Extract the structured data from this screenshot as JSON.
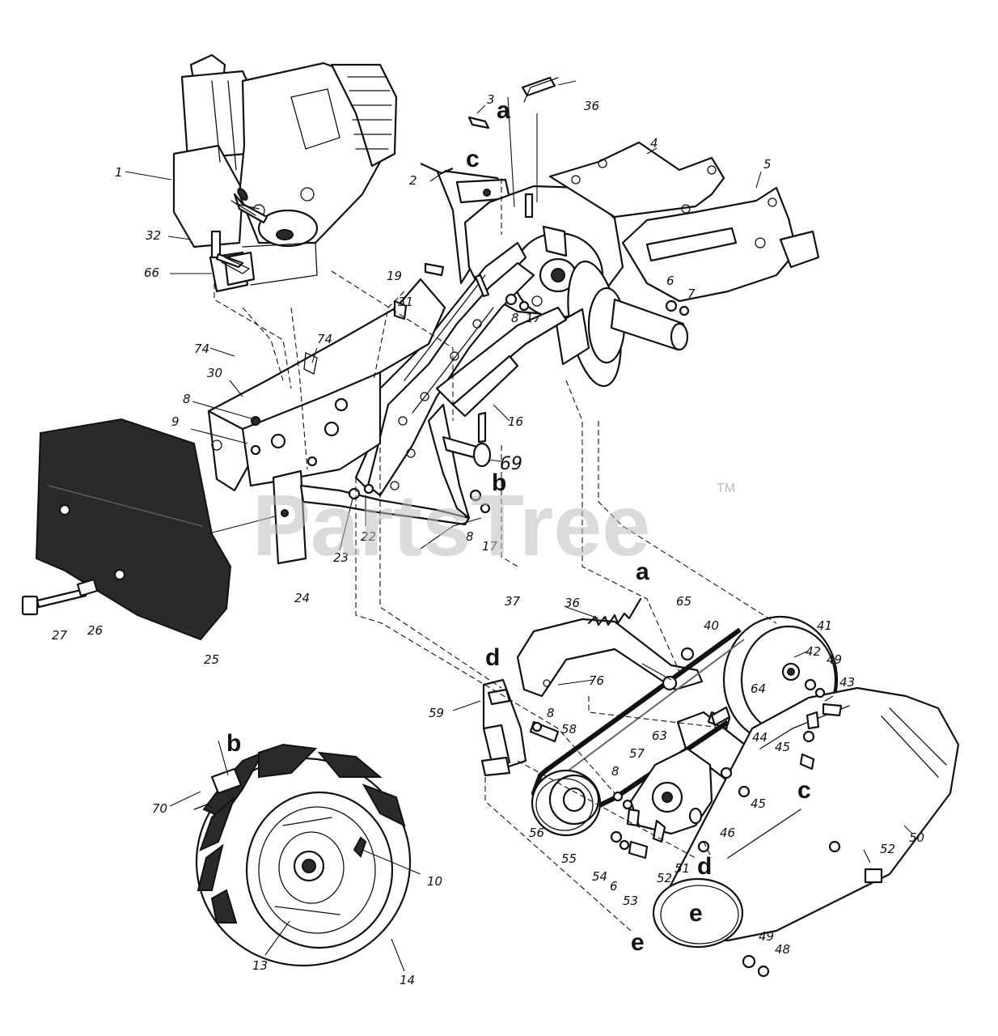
{
  "watermark": {
    "text": "PartsTree",
    "trademark": "TM"
  },
  "callouts": [
    {
      "id": "c1",
      "label": "1"
    },
    {
      "id": "c2",
      "label": "2"
    },
    {
      "id": "c3",
      "label": "3"
    },
    {
      "id": "c4",
      "label": "4"
    },
    {
      "id": "c5",
      "label": "5"
    },
    {
      "id": "c6a",
      "label": "6"
    },
    {
      "id": "c7",
      "label": "7"
    },
    {
      "id": "c8a",
      "label": "8"
    },
    {
      "id": "c17a",
      "label": "17"
    },
    {
      "id": "c19",
      "label": "19"
    },
    {
      "id": "c31",
      "label": "31"
    },
    {
      "id": "c32",
      "label": "32"
    },
    {
      "id": "c66",
      "label": "66"
    },
    {
      "id": "c74a",
      "label": "74"
    },
    {
      "id": "c74b",
      "label": "74"
    },
    {
      "id": "c30",
      "label": "30"
    },
    {
      "id": "c8b",
      "label": "8"
    },
    {
      "id": "c9",
      "label": "9"
    },
    {
      "id": "c16",
      "label": "16"
    },
    {
      "id": "c69",
      "label": "69"
    },
    {
      "id": "c8c",
      "label": "8"
    },
    {
      "id": "c17b",
      "label": "17"
    },
    {
      "id": "c22",
      "label": "22"
    },
    {
      "id": "c23",
      "label": "23"
    },
    {
      "id": "c24",
      "label": "24"
    },
    {
      "id": "c27",
      "label": "27"
    },
    {
      "id": "c26",
      "label": "26"
    },
    {
      "id": "c25",
      "label": "25"
    },
    {
      "id": "c36a",
      "label": "36"
    },
    {
      "id": "c36b",
      "label": "36"
    },
    {
      "id": "c37",
      "label": "37"
    },
    {
      "id": "c65",
      "label": "65"
    },
    {
      "id": "c40",
      "label": "40"
    },
    {
      "id": "c41",
      "label": "41"
    },
    {
      "id": "c42",
      "label": "42"
    },
    {
      "id": "c49a",
      "label": "49"
    },
    {
      "id": "c43",
      "label": "43"
    },
    {
      "id": "c76",
      "label": "76"
    },
    {
      "id": "c64",
      "label": "64"
    },
    {
      "id": "c59",
      "label": "59"
    },
    {
      "id": "c8d",
      "label": "8"
    },
    {
      "id": "c58",
      "label": "58"
    },
    {
      "id": "c63",
      "label": "63"
    },
    {
      "id": "c44",
      "label": "44"
    },
    {
      "id": "c45a",
      "label": "45"
    },
    {
      "id": "c45b",
      "label": "45"
    },
    {
      "id": "c8e",
      "label": "8"
    },
    {
      "id": "c57",
      "label": "57"
    },
    {
      "id": "c56",
      "label": "56"
    },
    {
      "id": "c55",
      "label": "55"
    },
    {
      "id": "c46",
      "label": "46"
    },
    {
      "id": "c50",
      "label": "50"
    },
    {
      "id": "c54",
      "label": "54"
    },
    {
      "id": "c6b",
      "label": "6"
    },
    {
      "id": "c53",
      "label": "53"
    },
    {
      "id": "c52a",
      "label": "52"
    },
    {
      "id": "c51",
      "label": "51"
    },
    {
      "id": "c52b",
      "label": "52"
    },
    {
      "id": "c49b",
      "label": "49"
    },
    {
      "id": "c48",
      "label": "48"
    },
    {
      "id": "c70",
      "label": "70"
    },
    {
      "id": "c10",
      "label": "10"
    },
    {
      "id": "c13",
      "label": "13"
    },
    {
      "id": "c14",
      "label": "14"
    }
  ],
  "connector_letters": [
    {
      "id": "la1",
      "label": "a"
    },
    {
      "id": "lc1",
      "label": "c"
    },
    {
      "id": "lb1",
      "label": "b"
    },
    {
      "id": "la2",
      "label": "a"
    },
    {
      "id": "ld1",
      "label": "d"
    },
    {
      "id": "lc2",
      "label": "c"
    },
    {
      "id": "ld2",
      "label": "d"
    },
    {
      "id": "le1",
      "label": "e"
    },
    {
      "id": "le2",
      "label": "e"
    },
    {
      "id": "lb2",
      "label": "b"
    }
  ]
}
